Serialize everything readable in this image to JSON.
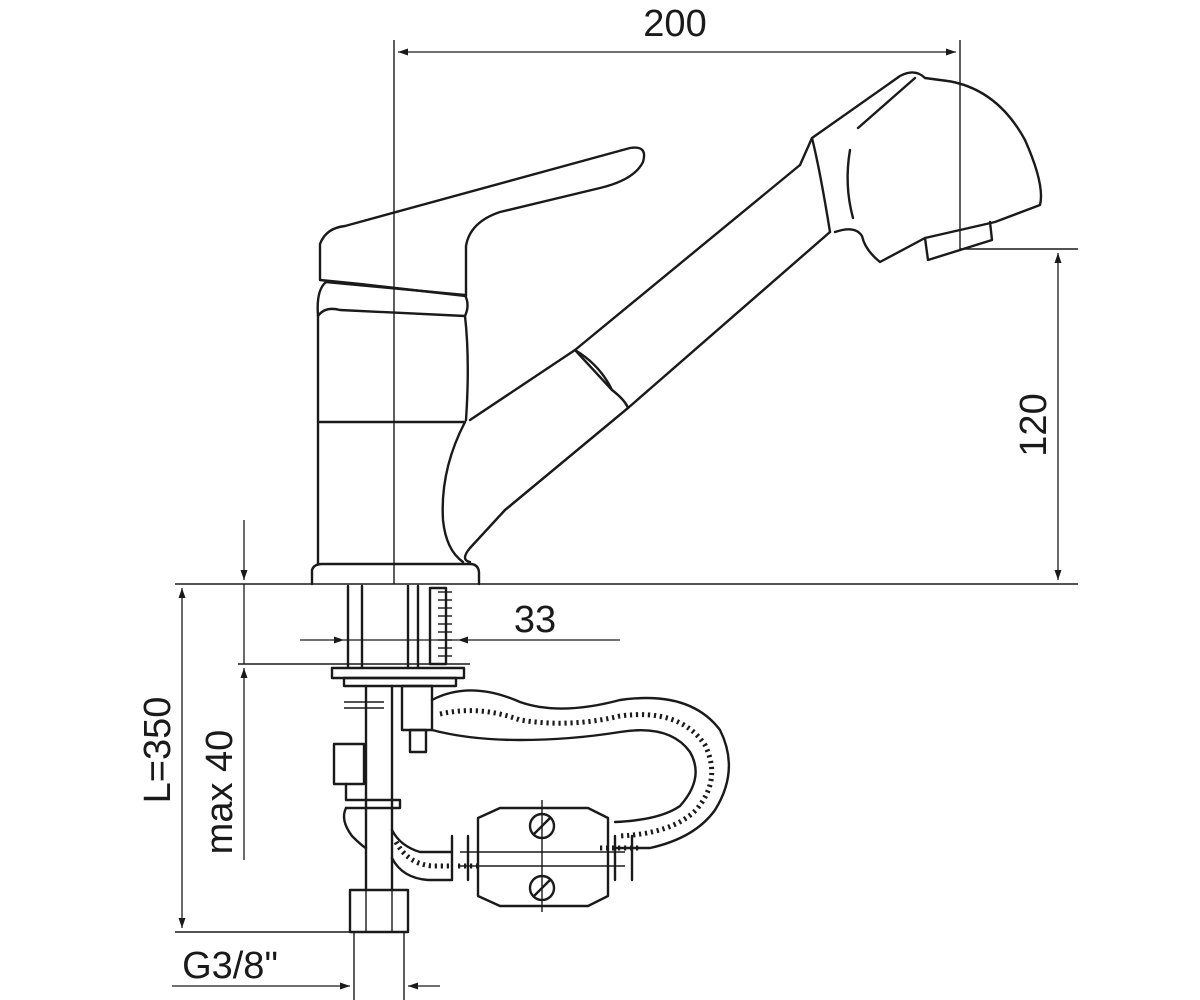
{
  "dimensions": {
    "width": "200",
    "height": "120",
    "pipe_offset": "33",
    "hose_length": "L=350",
    "max_thickness": "max 40",
    "thread": "G3/8\""
  },
  "colors": {
    "line": "#1a1a1a",
    "background": "#ffffff"
  }
}
